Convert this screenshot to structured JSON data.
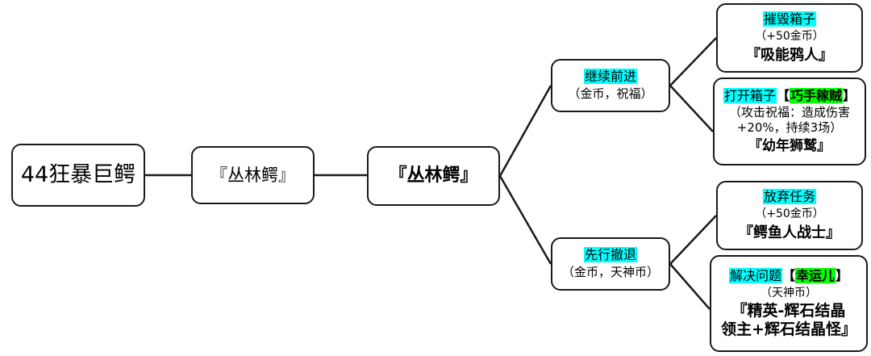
{
  "diagram": {
    "type": "flowchart",
    "orientation": "left-to-right",
    "nodes": {
      "root": {
        "label": "44狂暴巨鳄"
      },
      "chain_1": {
        "label": "『丛林鳄』"
      },
      "chain_2": {
        "label": "『丛林鳄』"
      },
      "branch_advance": {
        "title": "继续前进",
        "sub": "（金币，祝福）"
      },
      "branch_retreat": {
        "title": "先行撤退",
        "sub": "（金币，天神币）"
      },
      "leaf_destroy": {
        "title": "摧毁箱子",
        "sub": "（+50金币）",
        "reward": "『吸能鸦人』"
      },
      "leaf_open": {
        "title": "打开箱子",
        "tag_open_bracket": "【",
        "tag": "巧手稼贼",
        "tag_close_bracket": "】",
        "sub_line_1": "（攻击祝福：造成伤害",
        "sub_line_2": "+20%，持续3场）",
        "reward": "『幼年狮鹫』"
      },
      "leaf_abandon": {
        "title": "放弃任务",
        "sub": "（+50金币）",
        "reward": "『鳄鱼人战士』"
      },
      "leaf_solve": {
        "title": "解决问题",
        "tag_open_bracket": "【",
        "tag": "幸运儿",
        "tag_close_bracket": "】",
        "sub": "（天神币）",
        "reward_line_1": "『精英-辉石结晶",
        "reward_line_2": "领主+辉石结晶怪』"
      }
    },
    "colors": {
      "highlight_cyan": "#00ffff",
      "highlight_green": "#00ff00",
      "node_border": "#1a1a1a",
      "edge": "#1a1a1a",
      "background": "#ffffff",
      "text": "#000000"
    }
  }
}
